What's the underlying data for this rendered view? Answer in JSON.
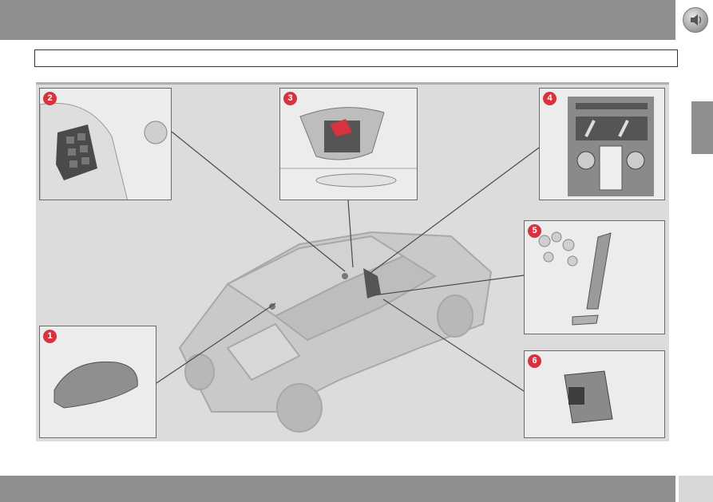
{
  "header": {
    "title": ""
  },
  "section_title": "",
  "figure": {
    "callouts": [
      {
        "number": "1",
        "label": ""
      },
      {
        "number": "2",
        "label": ""
      },
      {
        "number": "3",
        "label": ""
      },
      {
        "number": "4",
        "label": ""
      },
      {
        "number": "5",
        "label": ""
      },
      {
        "number": "6",
        "label": ""
      }
    ]
  },
  "icons": {
    "header_icon": "speaker-icon"
  },
  "colors": {
    "bar": "#8f8f8f",
    "badge": "#d6333f",
    "figure_bg": "#dcdcdc"
  }
}
